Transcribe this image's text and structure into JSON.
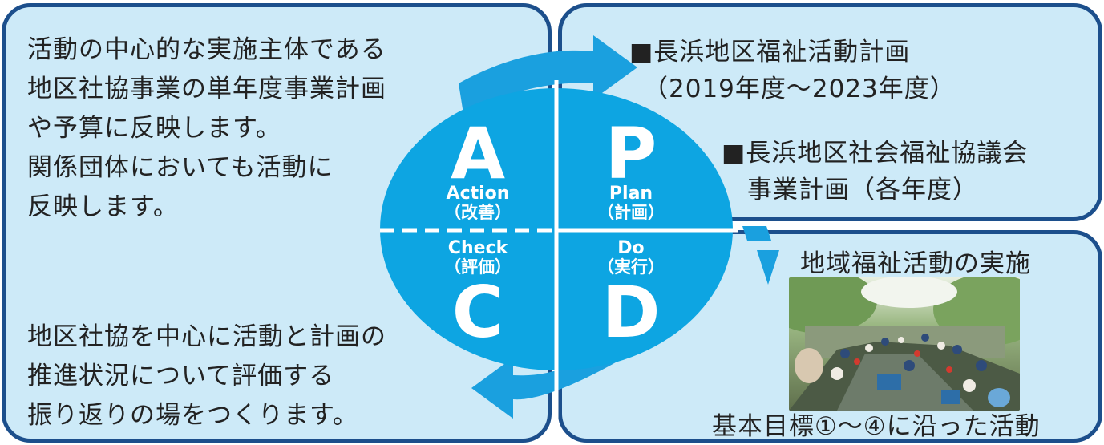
{
  "left_panel": {
    "top_text": [
      "活動の中心的な実施主体である",
      "地区社協事業の単年度事業計画",
      "や予算に反映します。",
      "関係団体においても活動に",
      "反映します。"
    ],
    "bottom_text": [
      "地区社協を中心に活動と計画の",
      "推進状況について評価する",
      "振り返りの場をつくります。"
    ]
  },
  "plan_panel": {
    "item1_title": "■長浜地区福祉活動計画",
    "item1_sub": "（2019年度〜2023年度）",
    "item2_title": "■長浜地区社会福祉協議会",
    "item2_sub": "事業計画（各年度）"
  },
  "do_panel": {
    "title": "地域福祉活動の実施",
    "caption": "基本目標①〜④に沿った活動"
  },
  "pdca": {
    "action": {
      "letter": "A",
      "en": "Action",
      "jp": "（改善）"
    },
    "plan": {
      "letter": "P",
      "en": "Plan",
      "jp": "（計画）"
    },
    "check": {
      "letter": "C",
      "en": "Check",
      "jp": "（評価）"
    },
    "do": {
      "letter": "D",
      "en": "Do",
      "jp": "（実行）"
    }
  },
  "colors": {
    "panel_fill": "#cdeaf8",
    "panel_border": "#1c4f8c",
    "ellipse_fill": "#0da5e2",
    "arrow_fill": "#1aa0df"
  }
}
